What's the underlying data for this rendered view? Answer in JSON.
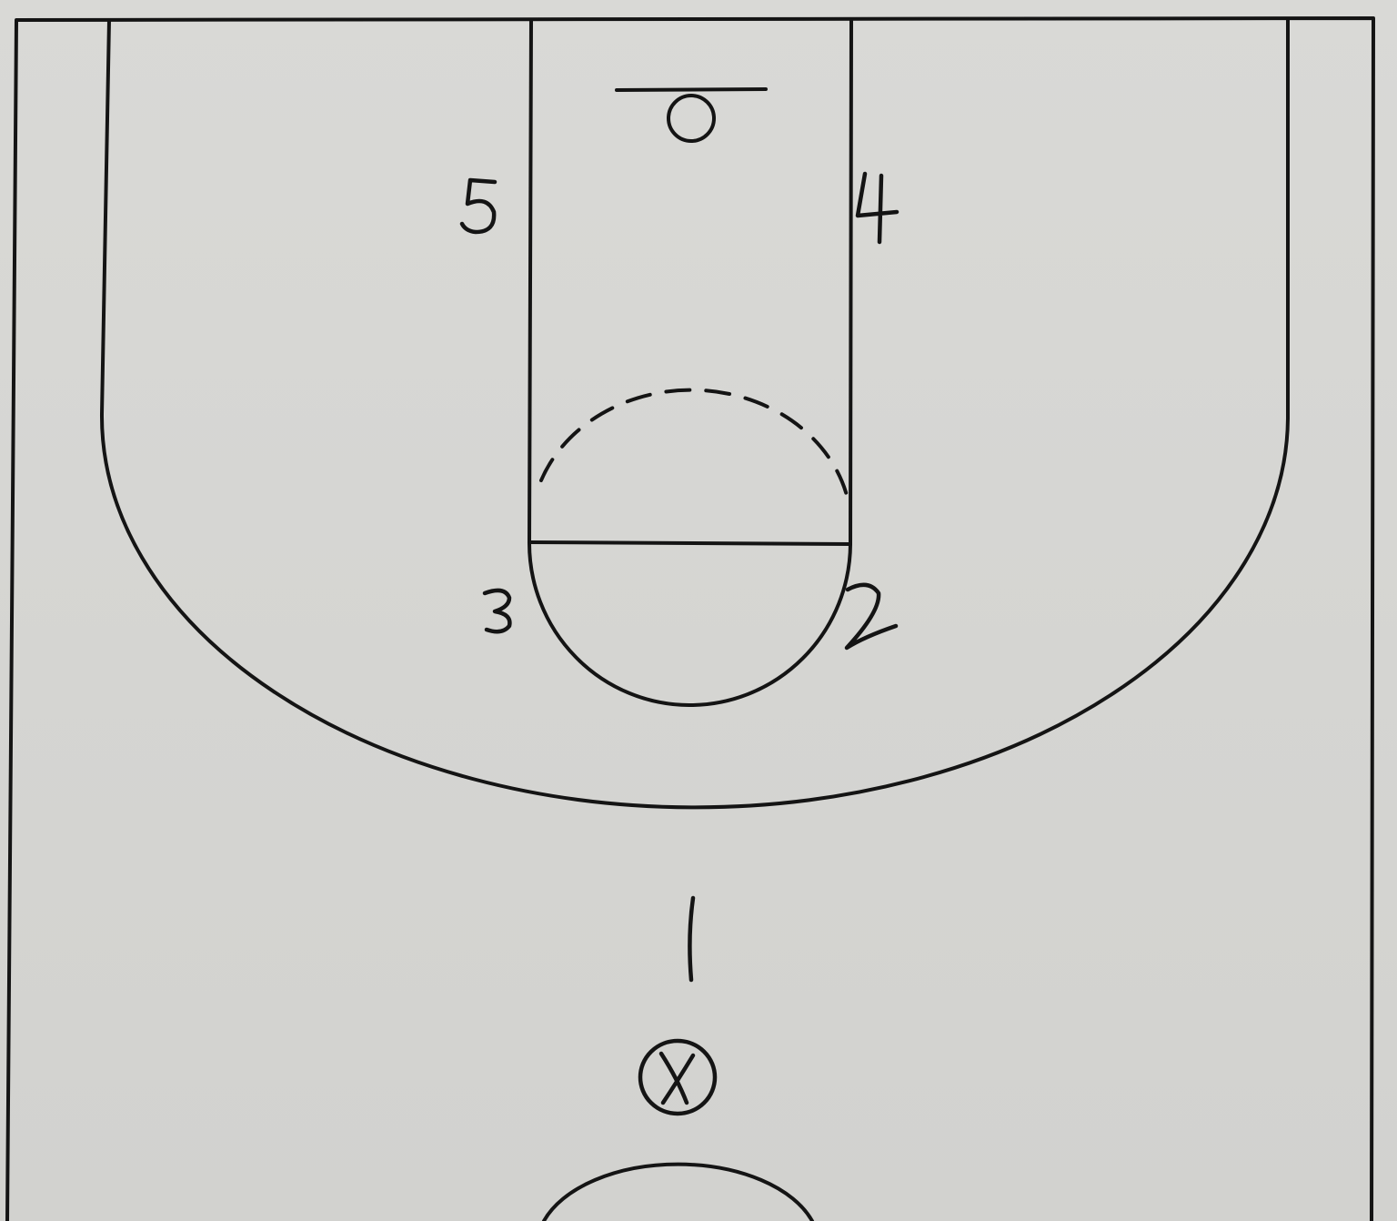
{
  "court": {
    "line_color": "#141414",
    "surface_color": "#d6d6d3"
  },
  "players": [
    {
      "number": "5",
      "label": "5",
      "role": "offense"
    },
    {
      "number": "4",
      "label": "4",
      "role": "offense"
    },
    {
      "number": "3",
      "label": "3",
      "role": "offense"
    },
    {
      "number": "2",
      "label": "2",
      "role": "offense"
    },
    {
      "number": "1",
      "label": "1",
      "role": "offense"
    }
  ],
  "defender": {
    "label": "X",
    "marker": "circled-x-icon"
  }
}
